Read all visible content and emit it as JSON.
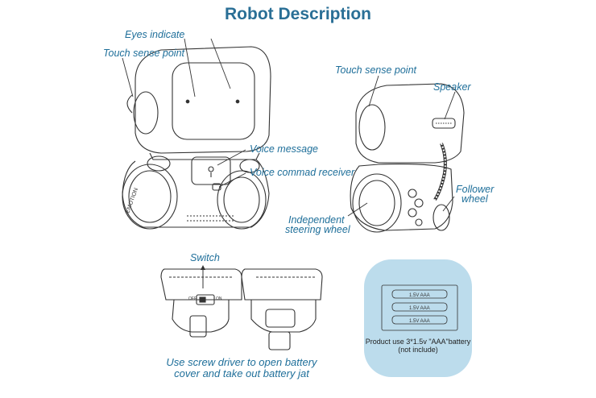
{
  "title": "Robot Description",
  "labels": {
    "eyes_indicate": "Eyes indicate",
    "touch_sense_left": "Touch sense point",
    "voice_message": "Voice message",
    "voice_receiver": "Voice commad receiver",
    "touch_sense_right": "Touch sense point",
    "speaker": "Speaker",
    "follower_wheel_line1": "Follower",
    "follower_wheel_line2": "wheel",
    "independent_line1": "Independent",
    "independent_line2": "steering wheel",
    "switch": "Switch"
  },
  "caption": {
    "line1": "Use screw driver to open battery",
    "line2": "cover and take out battery jat"
  },
  "battery": {
    "cell_label": "1.5V  AAA",
    "note_line1": "Product use 3*1.5v \"AAA\"battery",
    "note_line2": "(not include)",
    "box_color": "#bcdcec"
  },
  "robot_brand": "EMOTION",
  "switch_marks": {
    "off": "OFF",
    "on": "ON"
  },
  "colors": {
    "accent": "#2a6f96",
    "label": "#1f6f9a",
    "line": "#333333"
  }
}
